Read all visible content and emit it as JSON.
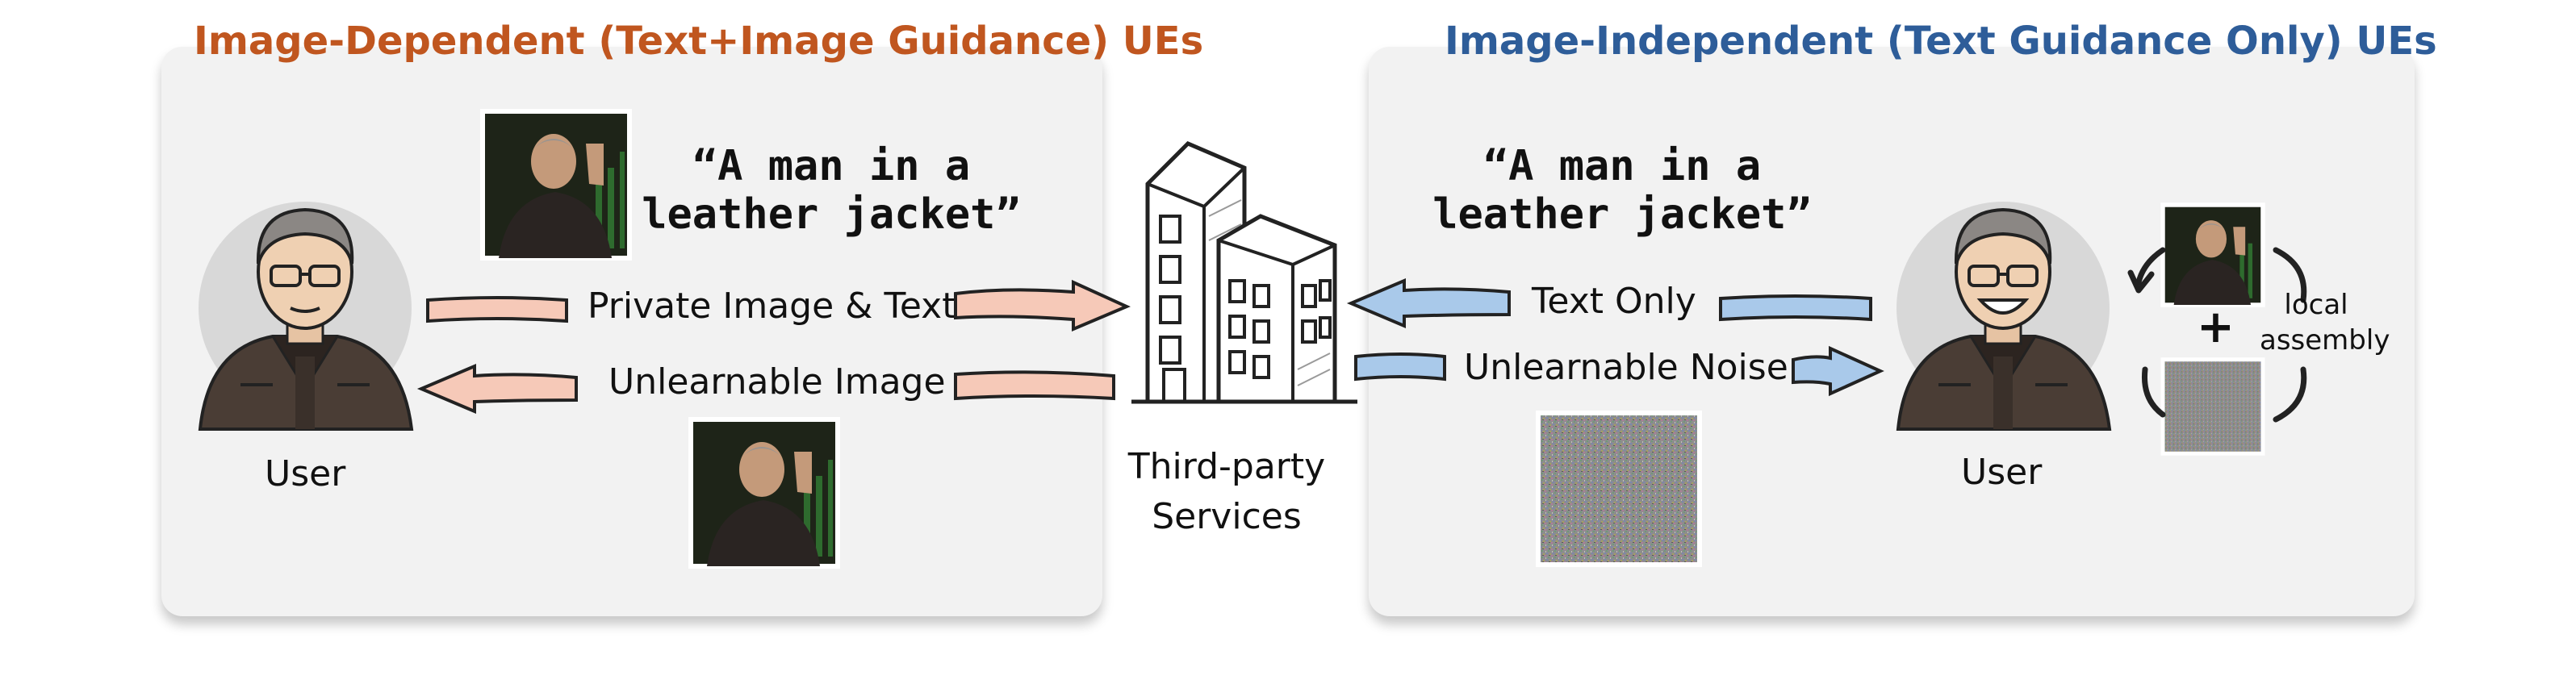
{
  "left_panel": {
    "title": "Image-Dependent (Text+Image Guidance) UEs",
    "title_color": "#c0561f",
    "prompt": "“A man in a\nleather jacket”",
    "label_private": "Private Image & Text",
    "label_unlearnable_image": "Unlearnable Image",
    "user_label": "User",
    "arrow_color": "#f6c9b8"
  },
  "center": {
    "service_label": "Third-party\nServices"
  },
  "right_panel": {
    "title": "Image-Independent (Text Guidance Only) UEs",
    "title_color": "#2e5d99",
    "prompt": "“A man in a\nleather jacket”",
    "label_text_only": "Text Only",
    "label_unlearnable_noise": "Unlearnable Noise",
    "user_label": "User",
    "plus_sign": "+",
    "assembly_label": "local\nassembly",
    "arrow_color": "#a9c9ea"
  }
}
